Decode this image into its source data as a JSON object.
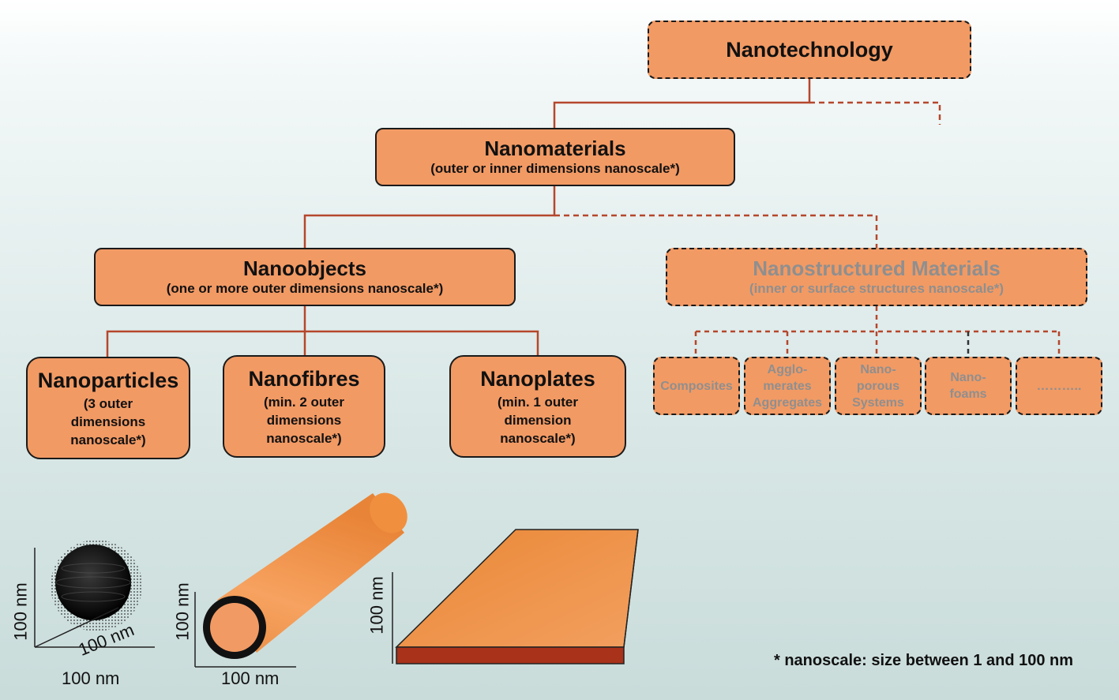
{
  "root": {
    "title": "Nanotechnology"
  },
  "nanomaterials": {
    "title": "Nanomaterials",
    "subtitle": "(outer or inner dimensions nanoscale*)"
  },
  "nanoobjects": {
    "title": "Nanoobjects",
    "subtitle": "(one or more outer dimensions nanoscale*)"
  },
  "nanostructured": {
    "title": "Nanostructured Materials",
    "subtitle": "(inner or surface structures nanoscale*)"
  },
  "nanoobject_types": [
    {
      "title": "Nanoparticles",
      "subtitle": "(3 outer\ndimensions\nnanoscale*)"
    },
    {
      "title": "Nanofibres",
      "subtitle": "(min. 2 outer\ndimensions\nnanoscale*)"
    },
    {
      "title": "Nanoplates",
      "subtitle": "(min. 1 outer\ndimension\nnanoscale*)"
    }
  ],
  "structured_types": [
    "Composites",
    "Agglo-\nmerates\nAggregates",
    "Nano-\nporous\nSystems",
    "Nano-\nfoams",
    "……….."
  ],
  "illustrations": {
    "particle": {
      "vertical": "100 nm",
      "diagonal": "100 nm",
      "horizontal": "100 nm"
    },
    "fibre": {
      "vertical": "100 nm",
      "horizontal": "100 nm"
    },
    "plate": {
      "vertical": "100 nm"
    }
  },
  "footnote": "* nanoscale: size between 1 and 100 nm",
  "colors": {
    "box_fill": "#f29a64",
    "line": "#b5472c",
    "grey_text": "#8f8f8f",
    "plate_edge": "#a8321a"
  }
}
